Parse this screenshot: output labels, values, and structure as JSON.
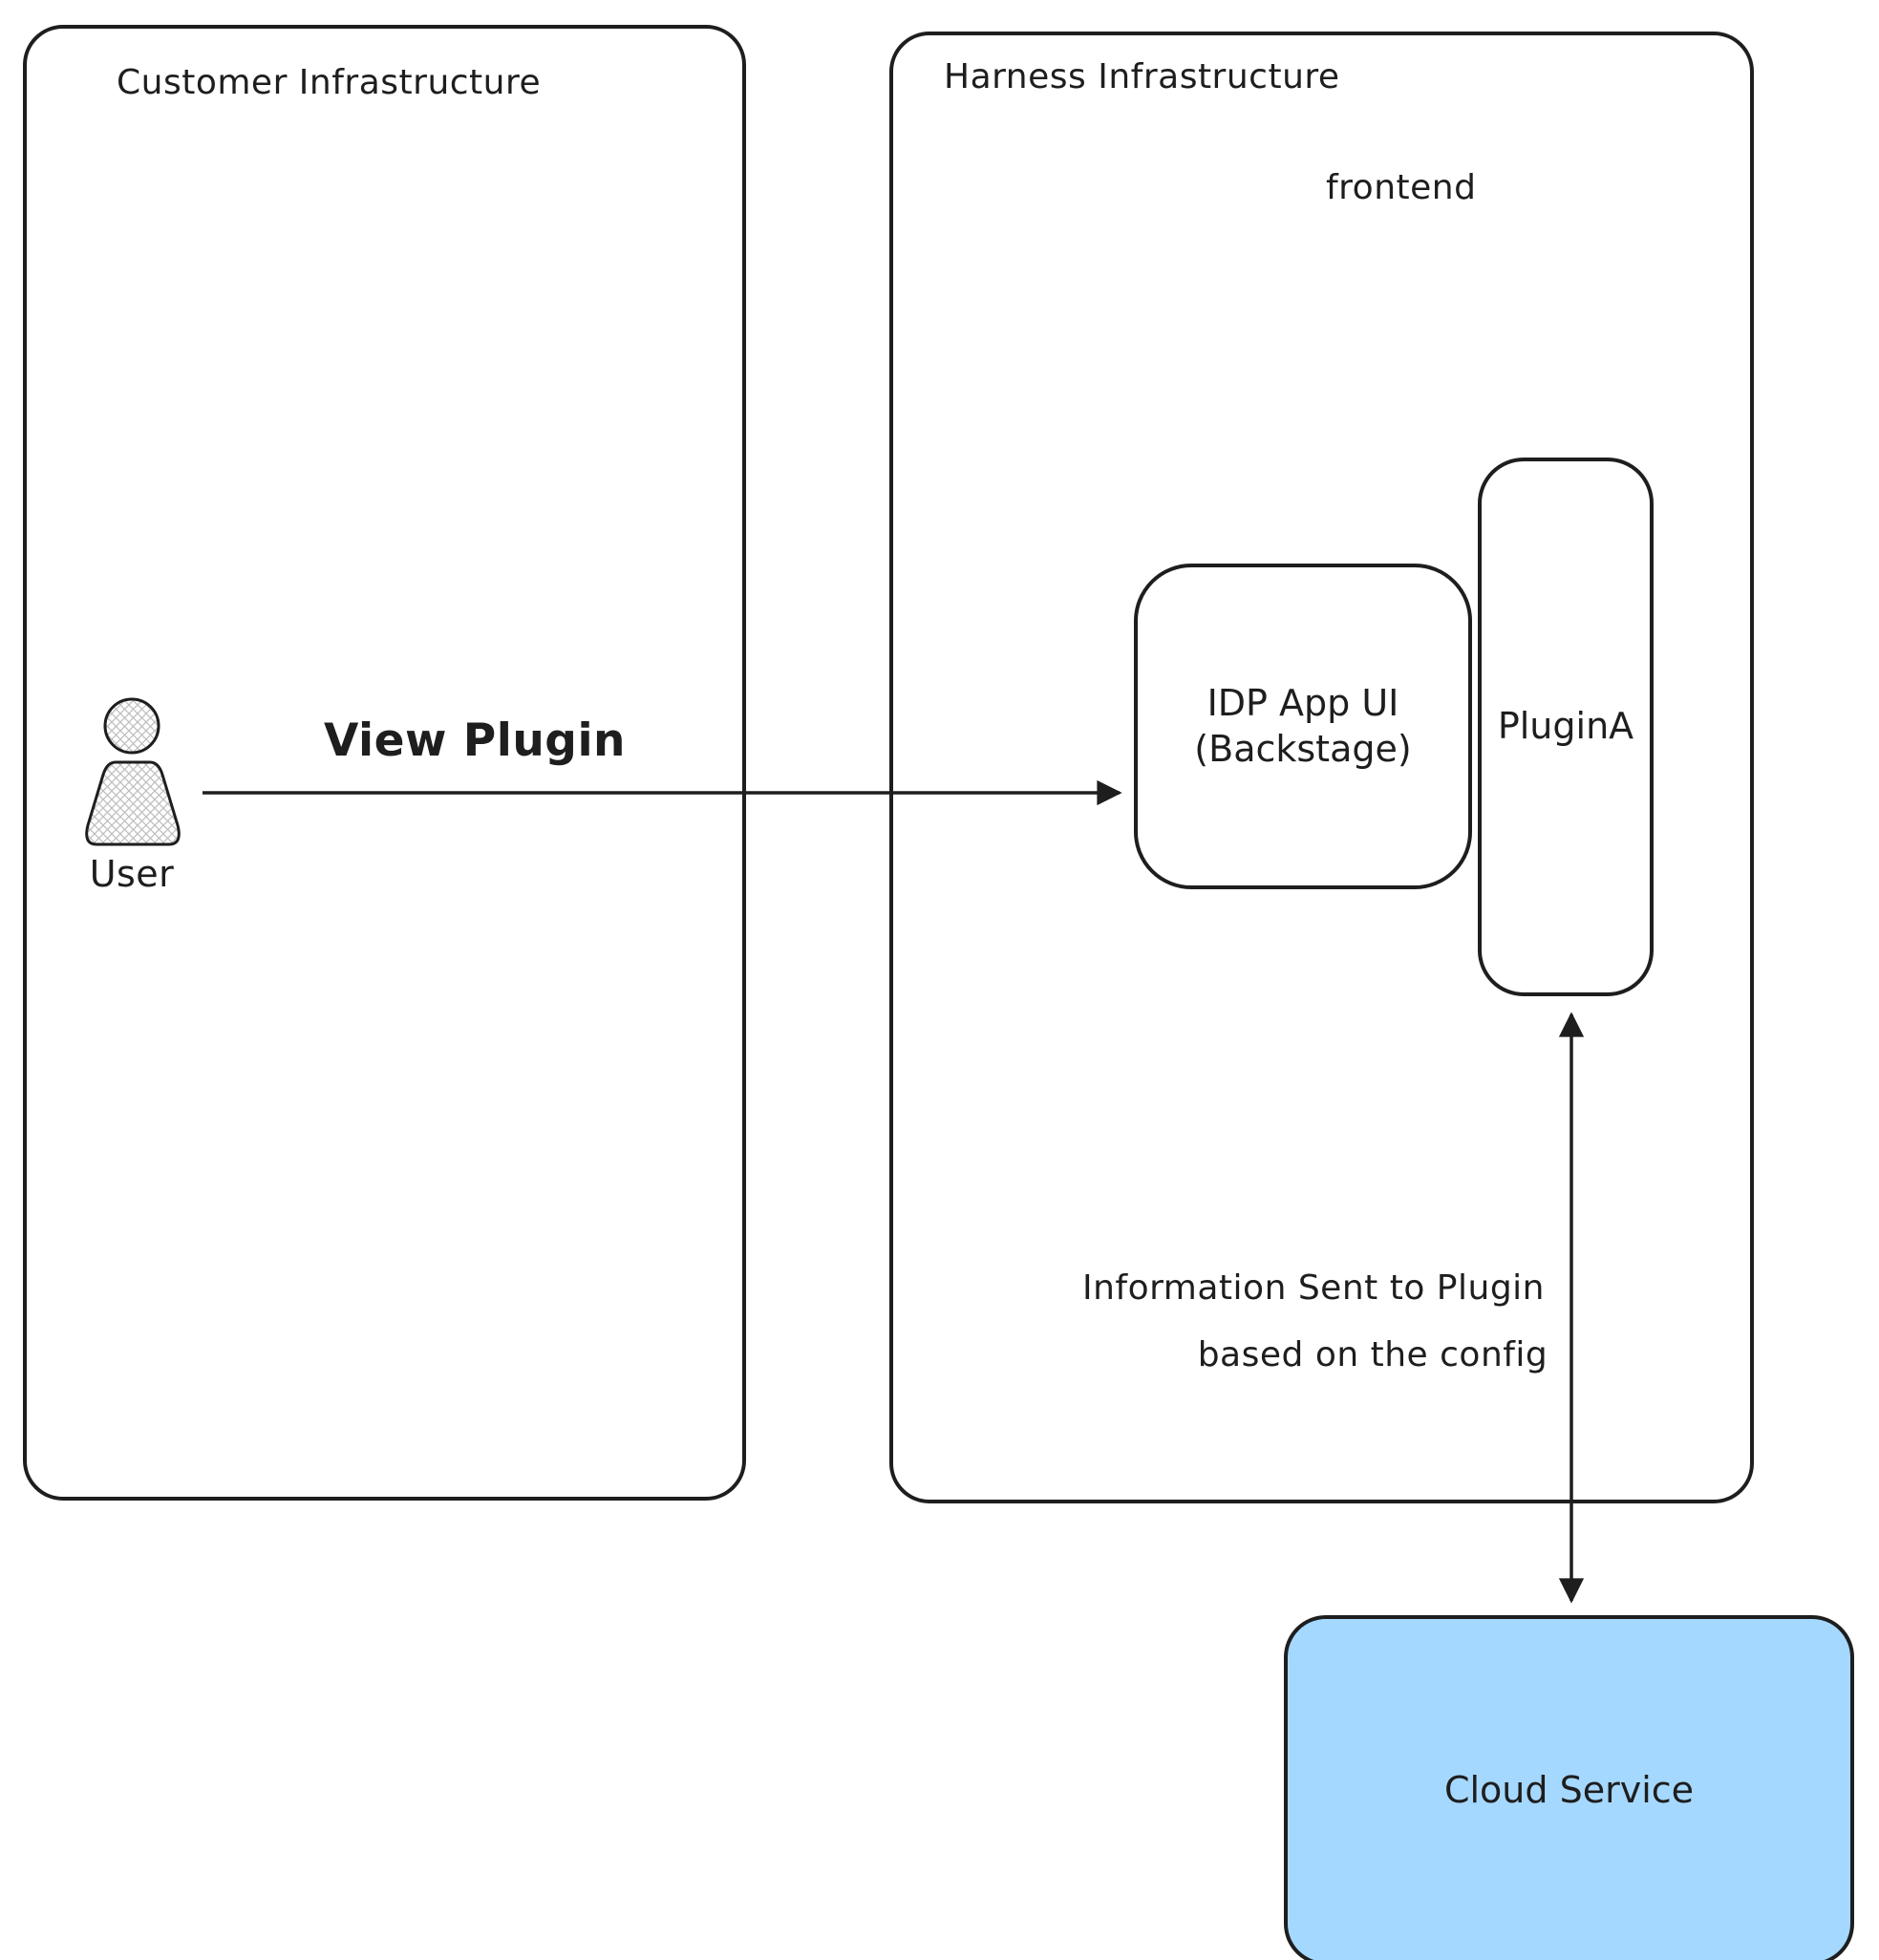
{
  "diagram": {
    "containers": {
      "customer": {
        "label": "Customer Infrastructure"
      },
      "harness": {
        "label": "Harness Infrastructure",
        "frontend_label": "frontend"
      }
    },
    "nodes": {
      "idp_app": {
        "line1": "IDP App UI",
        "line2": "(Backstage)"
      },
      "plugin_a": {
        "label": "PluginA"
      },
      "cloud_service": {
        "label": "Cloud Service"
      }
    },
    "actors": {
      "user": {
        "label": "User"
      }
    },
    "edges": {
      "view_plugin": {
        "label": "View Plugin"
      },
      "info_sent": {
        "line1": "Information Sent to Plugin",
        "line2": "based on the config"
      }
    },
    "colors": {
      "stroke": "#1e1e1e",
      "cloud_fill": "#a5d8ff",
      "background": "#ffffff"
    }
  }
}
